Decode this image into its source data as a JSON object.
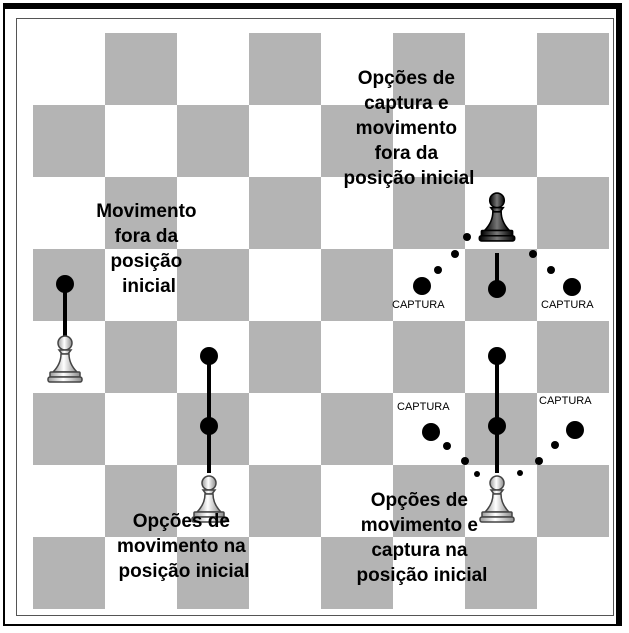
{
  "colors": {
    "dark_square": "#b4b4b4",
    "light_square": "#ffffff",
    "line": "#000000"
  },
  "labels": {
    "top_right": [
      "Opções de",
      "captura e",
      "movimento",
      "fora da",
      "posição inicial"
    ],
    "left": [
      "Movimento",
      "fora da",
      "posição",
      "inicial"
    ],
    "bottom_left": [
      "Opções de",
      "movimento na",
      "posição inicial"
    ],
    "bottom_right": [
      "Opções de",
      "movimento e",
      "captura na",
      "posição inicial"
    ],
    "capture": "CAPTURA"
  },
  "pieces": [
    {
      "name": "black-pawn-icon",
      "color": "black"
    },
    {
      "name": "white-pawn-icon",
      "color": "white"
    }
  ]
}
